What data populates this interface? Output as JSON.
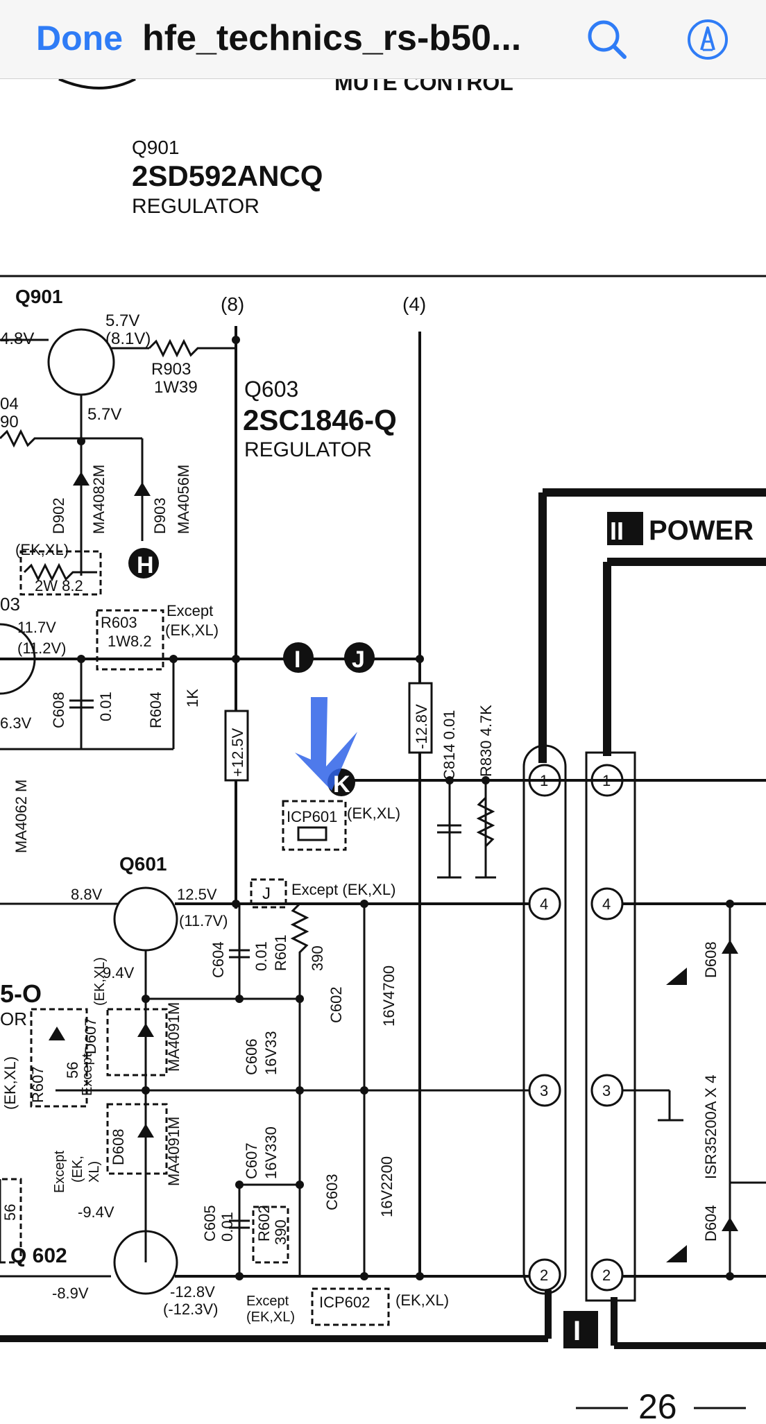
{
  "toolbar": {
    "done_label": "Done",
    "title": "hfe_technics_rs-b50...",
    "search_icon": "search-icon",
    "markup_icon": "markup-pen-icon",
    "accent": "#2f7cf6"
  },
  "schematic": {
    "top_caption": "MUTE CONTROL",
    "q901_id": "Q901",
    "q901_part": "2SD592ANCQ",
    "q901_role": "REGULATOR",
    "q901_label": "Q901",
    "v_48": "4.8V",
    "v_57a": "5.7V",
    "v_81": "(8.1V)",
    "r903": "R903",
    "r903_val": "1W39",
    "v_57b": "5.7V",
    "r904a": "04",
    "r904b": "90",
    "conn8": "(8)",
    "conn4": "(4)",
    "q603_id": "Q603",
    "q603_part": "2SC1846-Q",
    "q603_role": "REGULATOR",
    "d902": "D902",
    "d902_val": "MA4082M",
    "d903": "D903",
    "d903_val": "MA4056M",
    "ekxl_a": "(EK,XL)",
    "r_2w82": "2W 8.2",
    "n03": "03",
    "v_117": "11.7V",
    "v_112": "(11.2V)",
    "r603": "R603",
    "r603_val": "1W8.2",
    "except_a": "Except",
    "ekxl_b": "(EK,XL)",
    "c608": "C608",
    "c608_val": "0.01",
    "r604": "R604",
    "r604_val": "1K",
    "v_63": "6.3V",
    "ma4062": "MA4062 M",
    "v_p125": "+12.5V",
    "v_m128": "-12.8V",
    "c814": "C814 0.01",
    "r830": "R830 4.7K",
    "power_num": "II",
    "power_label": "POWER",
    "icp601": "ICP601",
    "ekxl_c": "(EK,XL)",
    "q601_id": "Q601",
    "v_88": "8.8V",
    "v_125": "12.5V",
    "v_117b": "(11.7V)",
    "jbox": "J",
    "except_b": "Except (EK,XL)",
    "c604": "C604",
    "c604_val": "0.01",
    "r601": "R601",
    "r601_val": "390",
    "c602": "C602",
    "c602_val": "16V4700",
    "v_94": "9.4V",
    "n50": "5-O",
    "nor": "OR",
    "d607": "D607",
    "ekxl_d": "(EK,XL)",
    "ma4091_a": "MA4091M",
    "c606": "C606",
    "c606_val": "16V33",
    "r607": "R607",
    "r607_val": "56",
    "ekxl_e": "(EK,XL)",
    "except_c": "Except",
    "c607": "C607",
    "c607_val": "16V330",
    "c603": "C603",
    "c603_val": "16V2200",
    "d608": "D608",
    "ma4091_b": "MA4091M",
    "except_d": "Except",
    "ekxl_f": "(EK,",
    "ekxl_g": "XL)",
    "d608r": "D608",
    "isr": "ISR35200A X 4",
    "d604": "D604",
    "v_m94": "-9.4V",
    "c605": "C605",
    "c605_val": "0.01",
    "r602": "R602",
    "r602_val": "390",
    "q602_id": "Q 602",
    "n56": "56",
    "v_m89": "-8.9V",
    "v_m128b": "-12.8V",
    "v_m123": "(-12.3V)",
    "except_e": "Except",
    "ekxl_h": "(EK,XL)",
    "icp602": "ICP602",
    "ekxl_i": "(EK,XL)",
    "block1": "I",
    "page_num": "26",
    "pin1": "1",
    "pin2": "2",
    "pin3": "3",
    "pin4": "4",
    "hlab": "H",
    "ilab": "I",
    "jlab": "J",
    "klab": "K"
  }
}
